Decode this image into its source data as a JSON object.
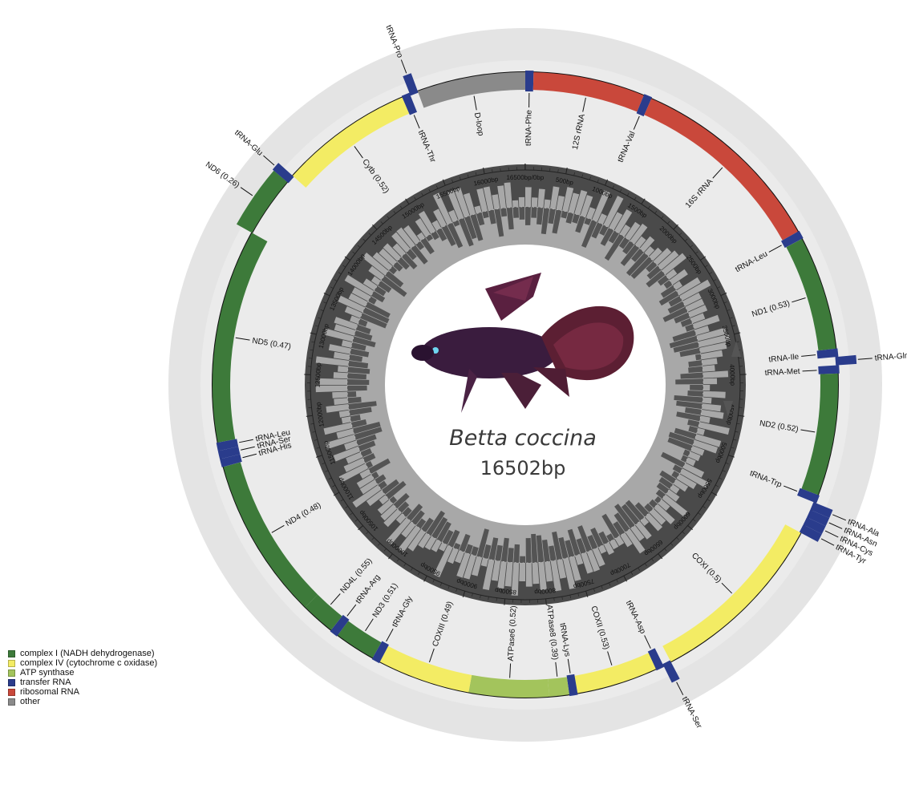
{
  "organism": "Betta coccina",
  "length_label": "16502bp",
  "genome_length": 16502,
  "colors": {
    "complex_I": "#3d7a3a",
    "complex_IV": "#f3ec64",
    "atp": "#a3c45c",
    "trna": "#2a3c8c",
    "rrna": "#c9483b",
    "other": "#8a8a8a",
    "outer_bg": "#e4e4e4",
    "inner_ring": "#4a4a4a",
    "gc_ring": "#a8a8a8"
  },
  "legend": [
    {
      "label": "complex I (NADH dehydrogenase)",
      "color": "#3d7a3a"
    },
    {
      "label": "complex IV (cytochrome c oxidase)",
      "color": "#f3ec64"
    },
    {
      "label": "ATP synthase",
      "color": "#a3c45c"
    },
    {
      "label": "transfer RNA",
      "color": "#2a3c8c"
    },
    {
      "label": "ribosomal RNA",
      "color": "#c9483b"
    },
    {
      "label": "other",
      "color": "#8a8a8a"
    }
  ],
  "genes": [
    {
      "name": "tRNA-Phe",
      "start": 0,
      "end": 70,
      "type": "trna",
      "strand": "+"
    },
    {
      "name": "12S rRNA",
      "start": 70,
      "end": 1020,
      "type": "rrna",
      "strand": "+"
    },
    {
      "name": "tRNA-Val",
      "start": 1020,
      "end": 1090,
      "type": "trna",
      "strand": "+"
    },
    {
      "name": "16S rRNA",
      "start": 1090,
      "end": 2780,
      "type": "rrna",
      "strand": "+"
    },
    {
      "name": "tRNA-Leu",
      "start": 2780,
      "end": 2850,
      "type": "trna",
      "strand": "+"
    },
    {
      "name": "ND1 (0.53)",
      "start": 2850,
      "end": 3820,
      "type": "complex_I",
      "strand": "+"
    },
    {
      "name": "tRNA-Ile",
      "start": 3820,
      "end": 3890,
      "type": "trna",
      "strand": "+"
    },
    {
      "name": "tRNA-Gln",
      "start": 3890,
      "end": 3960,
      "type": "trna",
      "strand": "-"
    },
    {
      "name": "tRNA-Met",
      "start": 3960,
      "end": 4030,
      "type": "trna",
      "strand": "+"
    },
    {
      "name": "ND2 (0.52)",
      "start": 4030,
      "end": 5070,
      "type": "complex_I",
      "strand": "+"
    },
    {
      "name": "tRNA-Trp",
      "start": 5070,
      "end": 5140,
      "type": "trna",
      "strand": "+"
    },
    {
      "name": "tRNA-Ala",
      "start": 5140,
      "end": 5210,
      "type": "trna",
      "strand": "-"
    },
    {
      "name": "tRNA-Asn",
      "start": 5210,
      "end": 5280,
      "type": "trna",
      "strand": "-"
    },
    {
      "name": "tRNA-Cys",
      "start": 5280,
      "end": 5350,
      "type": "trna",
      "strand": "-"
    },
    {
      "name": "tRNA-Tyr",
      "start": 5350,
      "end": 5420,
      "type": "trna",
      "strand": "-"
    },
    {
      "name": "COXI (0.5)",
      "start": 5420,
      "end": 6980,
      "type": "complex_IV",
      "strand": "+"
    },
    {
      "name": "tRNA-Ser",
      "start": 6980,
      "end": 7050,
      "type": "trna",
      "strand": "-"
    },
    {
      "name": "tRNA-Asp",
      "start": 7050,
      "end": 7120,
      "type": "trna",
      "strand": "+"
    },
    {
      "name": "COXII (0.53)",
      "start": 7120,
      "end": 7810,
      "type": "complex_IV",
      "strand": "+"
    },
    {
      "name": "tRNA-Lys",
      "start": 7810,
      "end": 7880,
      "type": "trna",
      "strand": "+"
    },
    {
      "name": "ATPase8 (0.39)",
      "start": 7880,
      "end": 8050,
      "type": "atp",
      "strand": "+"
    },
    {
      "name": "ATPase6 (0.52)",
      "start": 8050,
      "end": 8730,
      "type": "atp",
      "strand": "+"
    },
    {
      "name": "COXIII (0.49)",
      "start": 8730,
      "end": 9520,
      "type": "complex_IV",
      "strand": "+"
    },
    {
      "name": "tRNA-Gly",
      "start": 9520,
      "end": 9590,
      "type": "trna",
      "strand": "+"
    },
    {
      "name": "ND3 (0.51)",
      "start": 9590,
      "end": 9940,
      "type": "complex_I",
      "strand": "+"
    },
    {
      "name": "tRNA-Arg",
      "start": 9940,
      "end": 10010,
      "type": "trna",
      "strand": "+"
    },
    {
      "name": "ND4L (0.55)",
      "start": 10010,
      "end": 10300,
      "type": "complex_I",
      "strand": "+"
    },
    {
      "name": "ND4 (0.48)",
      "start": 10300,
      "end": 11680,
      "type": "complex_I",
      "strand": "+"
    },
    {
      "name": "tRNA-His",
      "start": 11680,
      "end": 11750,
      "type": "trna",
      "strand": "+"
    },
    {
      "name": "tRNA-Ser",
      "start": 11750,
      "end": 11820,
      "type": "trna",
      "strand": "+"
    },
    {
      "name": "tRNA-Leu",
      "start": 11820,
      "end": 11890,
      "type": "trna",
      "strand": "+"
    },
    {
      "name": "ND5 (0.47)",
      "start": 11890,
      "end": 13710,
      "type": "complex_I",
      "strand": "+"
    },
    {
      "name": "ND6 (0.26)",
      "start": 13710,
      "end": 14230,
      "type": "complex_I",
      "strand": "-"
    },
    {
      "name": "tRNA-Glu",
      "start": 14230,
      "end": 14300,
      "type": "trna",
      "strand": "-"
    },
    {
      "name": "Cytb (0.52)",
      "start": 14300,
      "end": 15440,
      "type": "complex_IV",
      "strand": "+"
    },
    {
      "name": "tRNA-Thr",
      "start": 15440,
      "end": 15510,
      "type": "trna",
      "strand": "+"
    },
    {
      "name": "tRNA-Pro",
      "start": 15510,
      "end": 15580,
      "type": "trna",
      "strand": "-"
    },
    {
      "name": "D-loop",
      "start": 15580,
      "end": 16502,
      "type": "other",
      "strand": "+"
    }
  ],
  "ticks": [
    "500bp",
    "1000bp",
    "1500bp",
    "2000bp",
    "2500bp",
    "3000bp",
    "3500bp",
    "4000bp",
    "4500bp",
    "5000bp",
    "5500bp",
    "6000bp",
    "6500bp",
    "7000bp",
    "7500bp",
    "8000bp",
    "8500bp",
    "9000bp",
    "9500bp",
    "10000bp",
    "10500bp",
    "11000bp",
    "11500bp",
    "12000bp",
    "12500bp",
    "13000bp",
    "13500bp",
    "14000bp",
    "14500bp",
    "15000bp",
    "15500bp",
    "16000bp",
    "16500bp/0bp"
  ],
  "tick_values": [
    500,
    1000,
    1500,
    2000,
    2500,
    3000,
    3500,
    4000,
    4500,
    5000,
    5500,
    6000,
    6500,
    7000,
    7500,
    8000,
    8500,
    9000,
    9500,
    10000,
    10500,
    11000,
    11500,
    12000,
    12500,
    13000,
    13500,
    14000,
    14500,
    15000,
    15500,
    16000,
    16500
  ]
}
